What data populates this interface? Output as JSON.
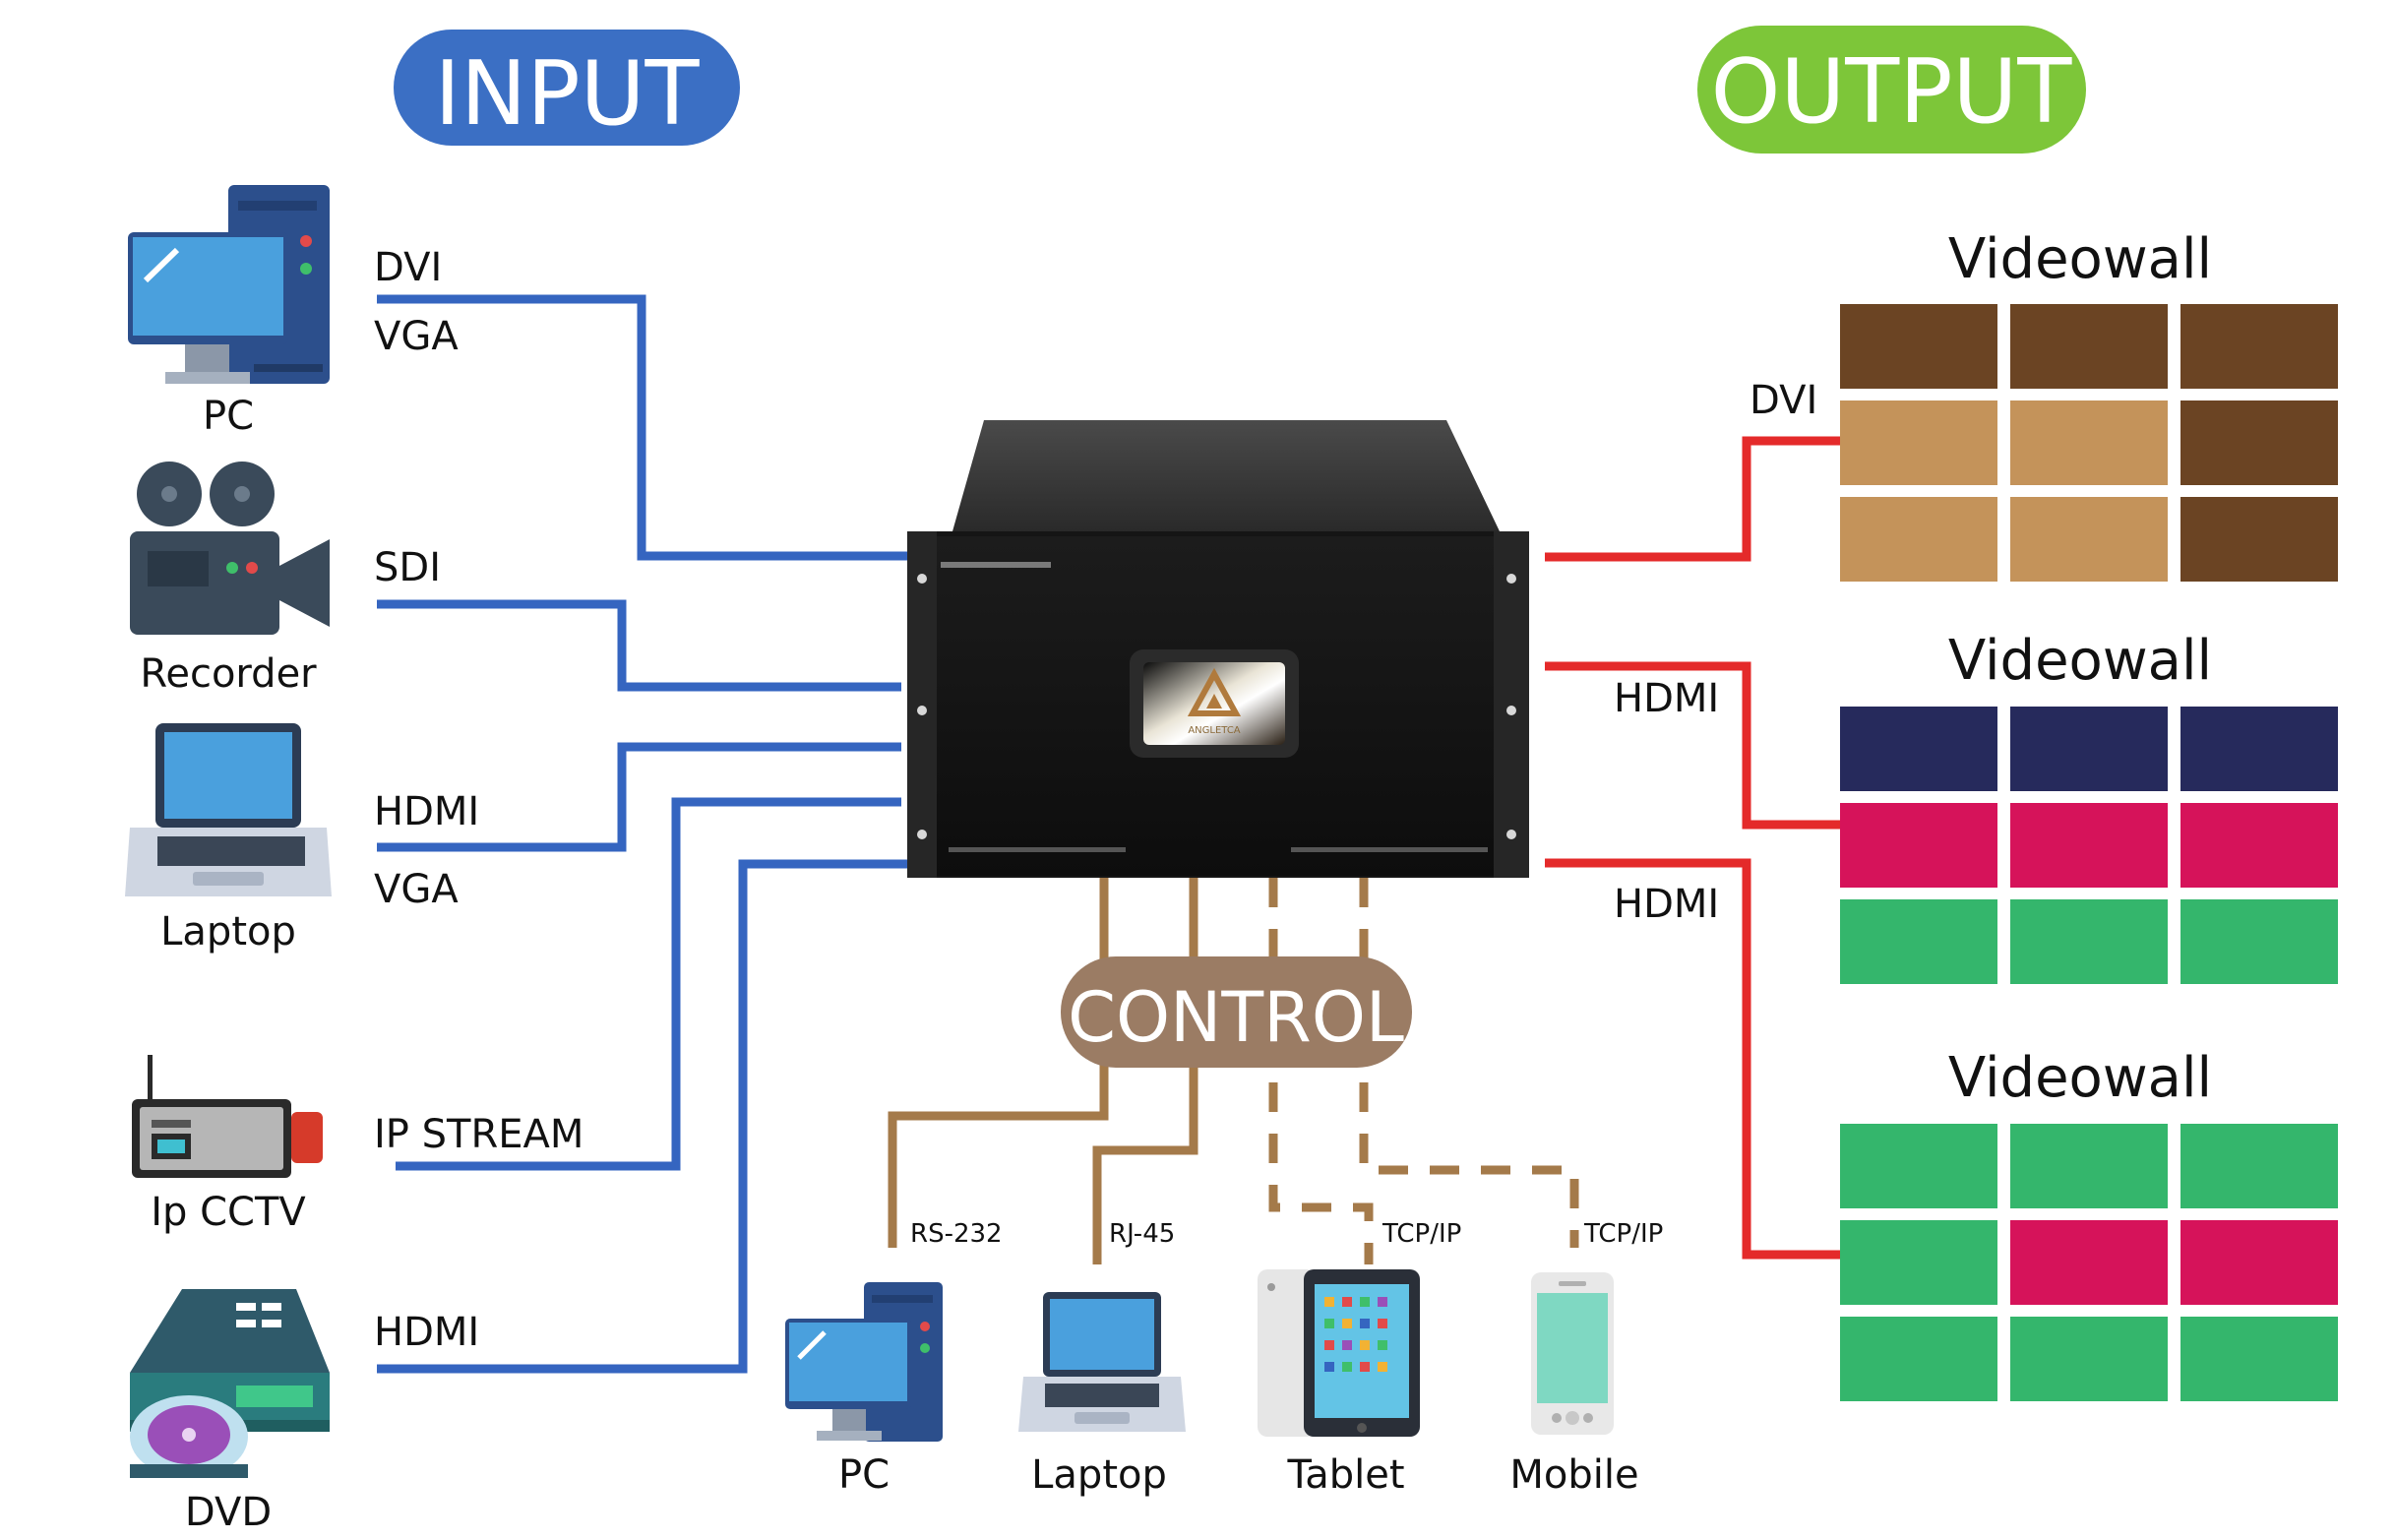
{
  "header": {
    "input_title": "INPUT",
    "output_title": "OUTPUT"
  },
  "inputs": {
    "pc": {
      "name": "PC",
      "signals": [
        "DVI",
        "VGA"
      ]
    },
    "recorder": {
      "name": "Recorder",
      "signals": [
        "SDI"
      ]
    },
    "laptop": {
      "name": "Laptop",
      "signals": [
        "HDMI",
        "VGA"
      ]
    },
    "ip_cctv": {
      "name": "Ip CCTV",
      "signals": [
        "IP STREAM"
      ]
    },
    "dvd": {
      "name": "DVD",
      "signals": [
        "HDMI"
      ]
    }
  },
  "processor": {
    "brand_text": "ANGLETCA"
  },
  "control": {
    "label": "CONTROL",
    "devices": [
      {
        "name": "PC",
        "protocol": "RS-232"
      },
      {
        "name": "Laptop",
        "protocol": "RJ-45"
      },
      {
        "name": "Tablet",
        "protocol": "TCP/IP"
      },
      {
        "name": "Mobile",
        "protocol": "TCP/IP"
      }
    ]
  },
  "outputs": {
    "videowalls": [
      {
        "title": "Videowall",
        "signal": "DVI",
        "cells": [
          "#6b4423",
          "#6b4423",
          "#6b4423",
          "#c4935a",
          "#c4935a",
          "#6b4423",
          "#c4935a",
          "#c4935a",
          "#6b4423"
        ]
      },
      {
        "title": "Videowall",
        "signal": "HDMI",
        "cells": [
          "#262a5c",
          "#262a5c",
          "#262a5c",
          "#d6135a",
          "#d6135a",
          "#d6135a",
          "#34b66c",
          "#34b66c",
          "#34b66c"
        ]
      },
      {
        "title": "Videowall",
        "signal": "HDMI",
        "cells": [
          "#34b66c",
          "#34b66c",
          "#34b66c",
          "#34b66c",
          "#d6135a",
          "#d6135a",
          "#34b66c",
          "#34b66c",
          "#34b66c"
        ]
      }
    ]
  },
  "colors": {
    "input_pill": "#3b6fc4",
    "output_pill": "#7dc639",
    "input_line": "#3565c0",
    "output_line": "#e42a2a",
    "control_line": "#a47a4a",
    "control_pill": "#9b7c64"
  }
}
